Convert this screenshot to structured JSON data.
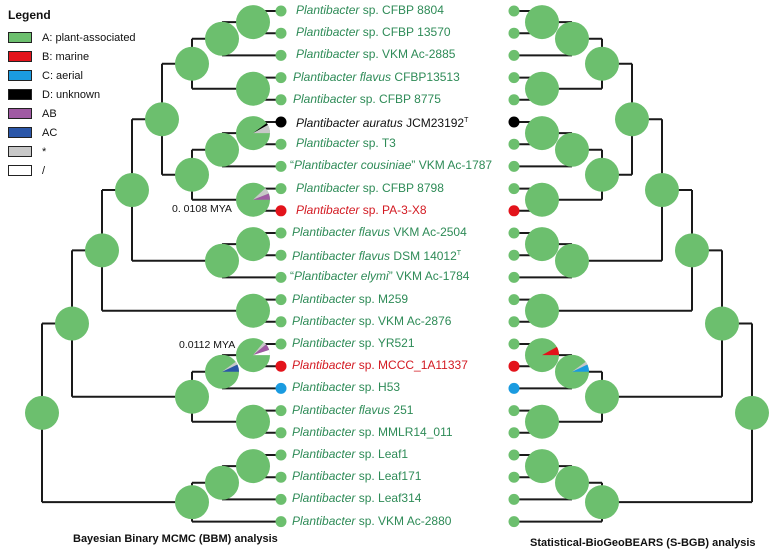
{
  "legend": {
    "title": "Legend",
    "items": [
      {
        "label": "A: plant-associated",
        "color": "#6cbf6e"
      },
      {
        "label": "B: marine",
        "color": "#e3131b"
      },
      {
        "label": "C: aerial",
        "color": "#1a9be0"
      },
      {
        "label": "D: unknown",
        "color": "#000000"
      },
      {
        "label": "AB",
        "color": "#a05aa3"
      },
      {
        "label": "AC",
        "color": "#2a56a8"
      },
      {
        "label": "*",
        "color": "#c8c8c8"
      },
      {
        "label": "/",
        "color": "#ffffff"
      }
    ]
  },
  "colors": {
    "A": "#6cbf6e",
    "B": "#e3131b",
    "C": "#1a9be0",
    "D": "#000000",
    "AB": "#a05aa3",
    "AC": "#2a56a8",
    "star": "#c8c8c8",
    "slash": "#ffffff",
    "branch": "#1a1a1a",
    "green_text": "#2e8b57",
    "red_text": "#d31a22",
    "black_text": "#111111"
  },
  "tips": [
    {
      "italic": "Plantibacter",
      "rest": " sp. CFBP 8804",
      "state": "A"
    },
    {
      "italic": "Plantibacter",
      "rest": " sp. CFBP 13570",
      "state": "A"
    },
    {
      "italic": "Plantibacter",
      "rest": " sp. VKM Ac-2885",
      "state": "A"
    },
    {
      "italic": "Plantibacter flavus",
      "rest": " CFBP13513",
      "state": "A"
    },
    {
      "italic": "Plantibacter",
      "rest": " sp. CFBP 8775",
      "state": "A"
    },
    {
      "italic": "Plantibacter auratus",
      "rest": " JCM23192",
      "sup": "T",
      "state": "D"
    },
    {
      "italic": "Plantibacter",
      "rest": " sp. T3",
      "state": "A"
    },
    {
      "prefix": "“",
      "italic": "Plantibacter cousiniae",
      "rest": "” VKM Ac-1787",
      "state": "A"
    },
    {
      "italic": "Plantibacter",
      "rest": " sp. CFBP 8798",
      "state": "A"
    },
    {
      "italic": "Plantibacter",
      "rest": " sp. PA-3-X8",
      "state": "B"
    },
    {
      "italic": "Plantibacter flavus",
      "rest": "  VKM Ac-2504",
      "state": "A"
    },
    {
      "italic": "Plantibacter flavus",
      "rest": "  DSM 14012",
      "sup": "T",
      "state": "A"
    },
    {
      "prefix": "“",
      "italic": "Plantibacter elymi",
      "rest": "” VKM Ac-1784",
      "state": "A"
    },
    {
      "italic": "Plantibacter",
      "rest": " sp. M259",
      "state": "A"
    },
    {
      "italic": "Plantibacter",
      "rest": " sp. VKM Ac-2876",
      "state": "A"
    },
    {
      "italic": "Plantibacter",
      "rest": " sp. YR521",
      "state": "A"
    },
    {
      "italic": "Plantibacter",
      "rest": " sp. MCCC_1A11337",
      "state": "B"
    },
    {
      "italic": "Plantibacter",
      "rest": " sp. H53",
      "state": "C"
    },
    {
      "italic": "Plantibacter flavus",
      "rest": " 251",
      "state": "A"
    },
    {
      "italic": "Plantibacter",
      "rest": " sp. MMLR14_011",
      "state": "A"
    },
    {
      "italic": "Plantibacter",
      "rest": " sp. Leaf1",
      "state": "A"
    },
    {
      "italic": "Plantibacter",
      "rest": " sp. Leaf171",
      "state": "A"
    },
    {
      "italic": "Plantibacter",
      "rest": " sp. Leaf314",
      "state": "A"
    },
    {
      "italic": "Plantibacter",
      "rest": " sp. VKM Ac-2880",
      "state": "A"
    }
  ],
  "node_labels": {
    "bbm_pa3x8_node": "0. 0108 MYA",
    "bbm_yr521_node": "0.0112 MYA"
  },
  "panels": {
    "left_title": "Bayesian Binary MCMC (BBM) analysis",
    "right_title": "Statistical-BioGeoBEARS (S-BGB) analysis"
  },
  "ancestral_states": {
    "bbm": {
      "auratus_T3_node": [
        {
          "state": "A",
          "p": 0.9
        },
        {
          "state": "star",
          "p": 0.08
        },
        {
          "state": "D",
          "p": 0.02
        }
      ],
      "cfbp8798_pa3x8_node": [
        {
          "state": "A",
          "p": 0.88
        },
        {
          "state": "AB",
          "p": 0.06
        },
        {
          "state": "star",
          "p": 0.06
        }
      ],
      "yr521_mccc_node": [
        {
          "state": "A",
          "p": 0.86
        },
        {
          "state": "slash",
          "p": 0.05
        },
        {
          "state": "AB",
          "p": 0.06
        },
        {
          "state": "star",
          "p": 0.03
        }
      ],
      "yr521_h53_node": [
        {
          "state": "A",
          "p": 0.9
        },
        {
          "state": "AC",
          "p": 0.07
        },
        {
          "state": "star",
          "p": 0.03
        }
      ]
    },
    "sbgb": {
      "yr521_mccc_node": [
        {
          "state": "A",
          "p": 0.92
        },
        {
          "state": "B",
          "p": 0.08
        }
      ],
      "yr521_h53_node": [
        {
          "state": "A",
          "p": 0.9
        },
        {
          "state": "C",
          "p": 0.07
        },
        {
          "state": "star",
          "p": 0.03
        }
      ]
    }
  }
}
